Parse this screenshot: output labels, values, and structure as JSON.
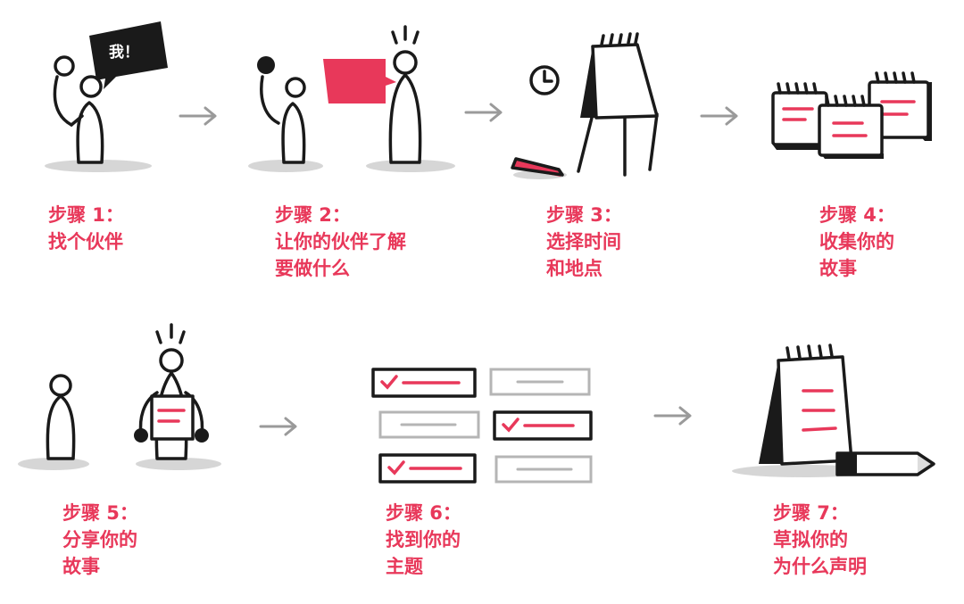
{
  "bubble_text": "我！",
  "steps": [
    {
      "label": "步骤 1：",
      "line1": "找个伙伴",
      "line2": ""
    },
    {
      "label": "步骤 2：",
      "line1": "让你的伙伴了解",
      "line2": "要做什么"
    },
    {
      "label": "步骤 3：",
      "line1": "选择时间",
      "line2": "和地点"
    },
    {
      "label": "步骤 4：",
      "line1": "收集你的",
      "line2": "故事"
    },
    {
      "label": "步骤 5：",
      "line1": "分享你的",
      "line2": "故事"
    },
    {
      "label": "步骤 6：",
      "line1": "找到你的",
      "line2": "主题"
    },
    {
      "label": "步骤 7：",
      "line1": "草拟你的",
      "line2": "为什么声明"
    }
  ],
  "colors": {
    "accent": "#e8385a",
    "ink": "#1a1a1a",
    "arrow": "#9a9a9a",
    "shadow": "#d6d6d6"
  },
  "icons": [
    "speech-bubble-icon",
    "clock-icon",
    "flipchart-icon",
    "marker-icon",
    "notepad-icon",
    "checklist-icon",
    "pen-icon",
    "arrow-right-icon"
  ]
}
